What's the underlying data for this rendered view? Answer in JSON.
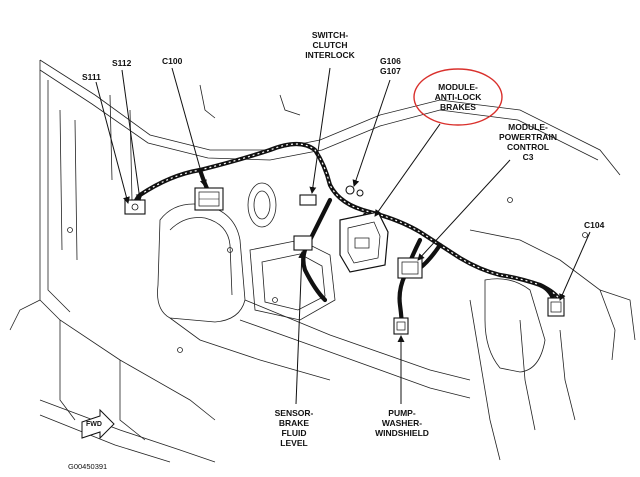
{
  "labels": {
    "s111": "S111",
    "s112": "S112",
    "c100": "C100",
    "switch_clutch": [
      "SWITCH-",
      "CLUTCH",
      "INTERLOCK"
    ],
    "g106": "G106",
    "g107": "G107",
    "module_abs": [
      "MODULE-",
      "ANTI-LOCK",
      "BRAKES"
    ],
    "module_pcm": [
      "MODULE-",
      "POWERTRAIN",
      "CONTROL",
      "C3"
    ],
    "c104": "C104",
    "sensor_brake": [
      "SENSOR-",
      "BRAKE",
      "FLUID",
      "LEVEL"
    ],
    "pump_washer": [
      "PUMP-",
      "WASHER-",
      "WINDSHIELD"
    ],
    "fwd": "FWD",
    "figure_id": "G00450391"
  },
  "colors": {
    "ink": "#111111",
    "highlight_circle": "#d9302c",
    "background": "#ffffff"
  }
}
